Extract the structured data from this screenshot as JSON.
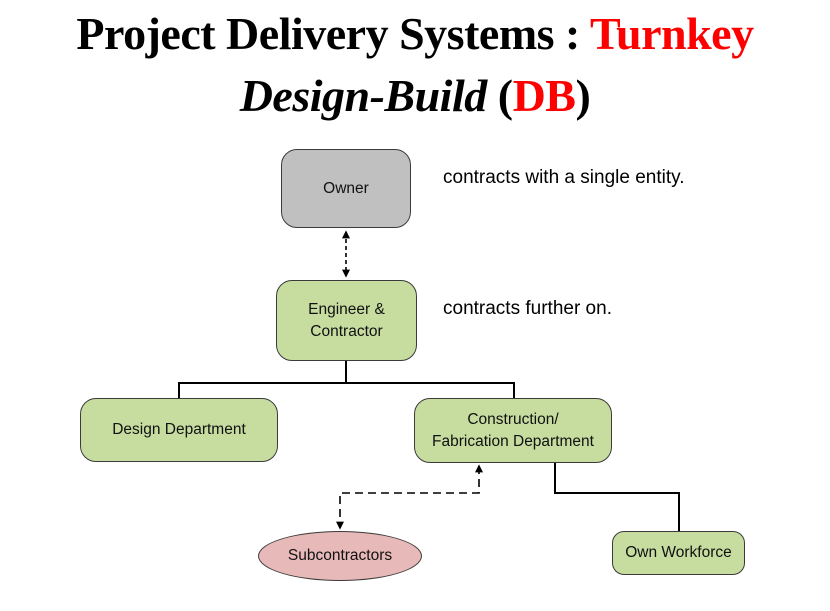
{
  "title": {
    "line1_prefix": "Project Delivery Systems : ",
    "line1_accent": "Turnkey",
    "line2_italic": "Design-Build",
    "line2_open": " (",
    "line2_accent": "DB",
    "line2_close": ")"
  },
  "colors": {
    "accent": "#ff0000",
    "node_gray": "#c0c0c0",
    "node_green": "#c6dd9f",
    "node_pink": "#e8b9b9"
  },
  "nodes": {
    "owner": "Owner",
    "engineer_contractor": "Engineer &\nContractor",
    "design_department": "Design Department",
    "construction_department": "Construction/\nFabrication Department",
    "subcontractors": "Subcontractors",
    "own_workforce": "Own Workforce"
  },
  "notes": {
    "owner_note": "contracts with a single entity.",
    "contractor_note": "contracts further on."
  }
}
